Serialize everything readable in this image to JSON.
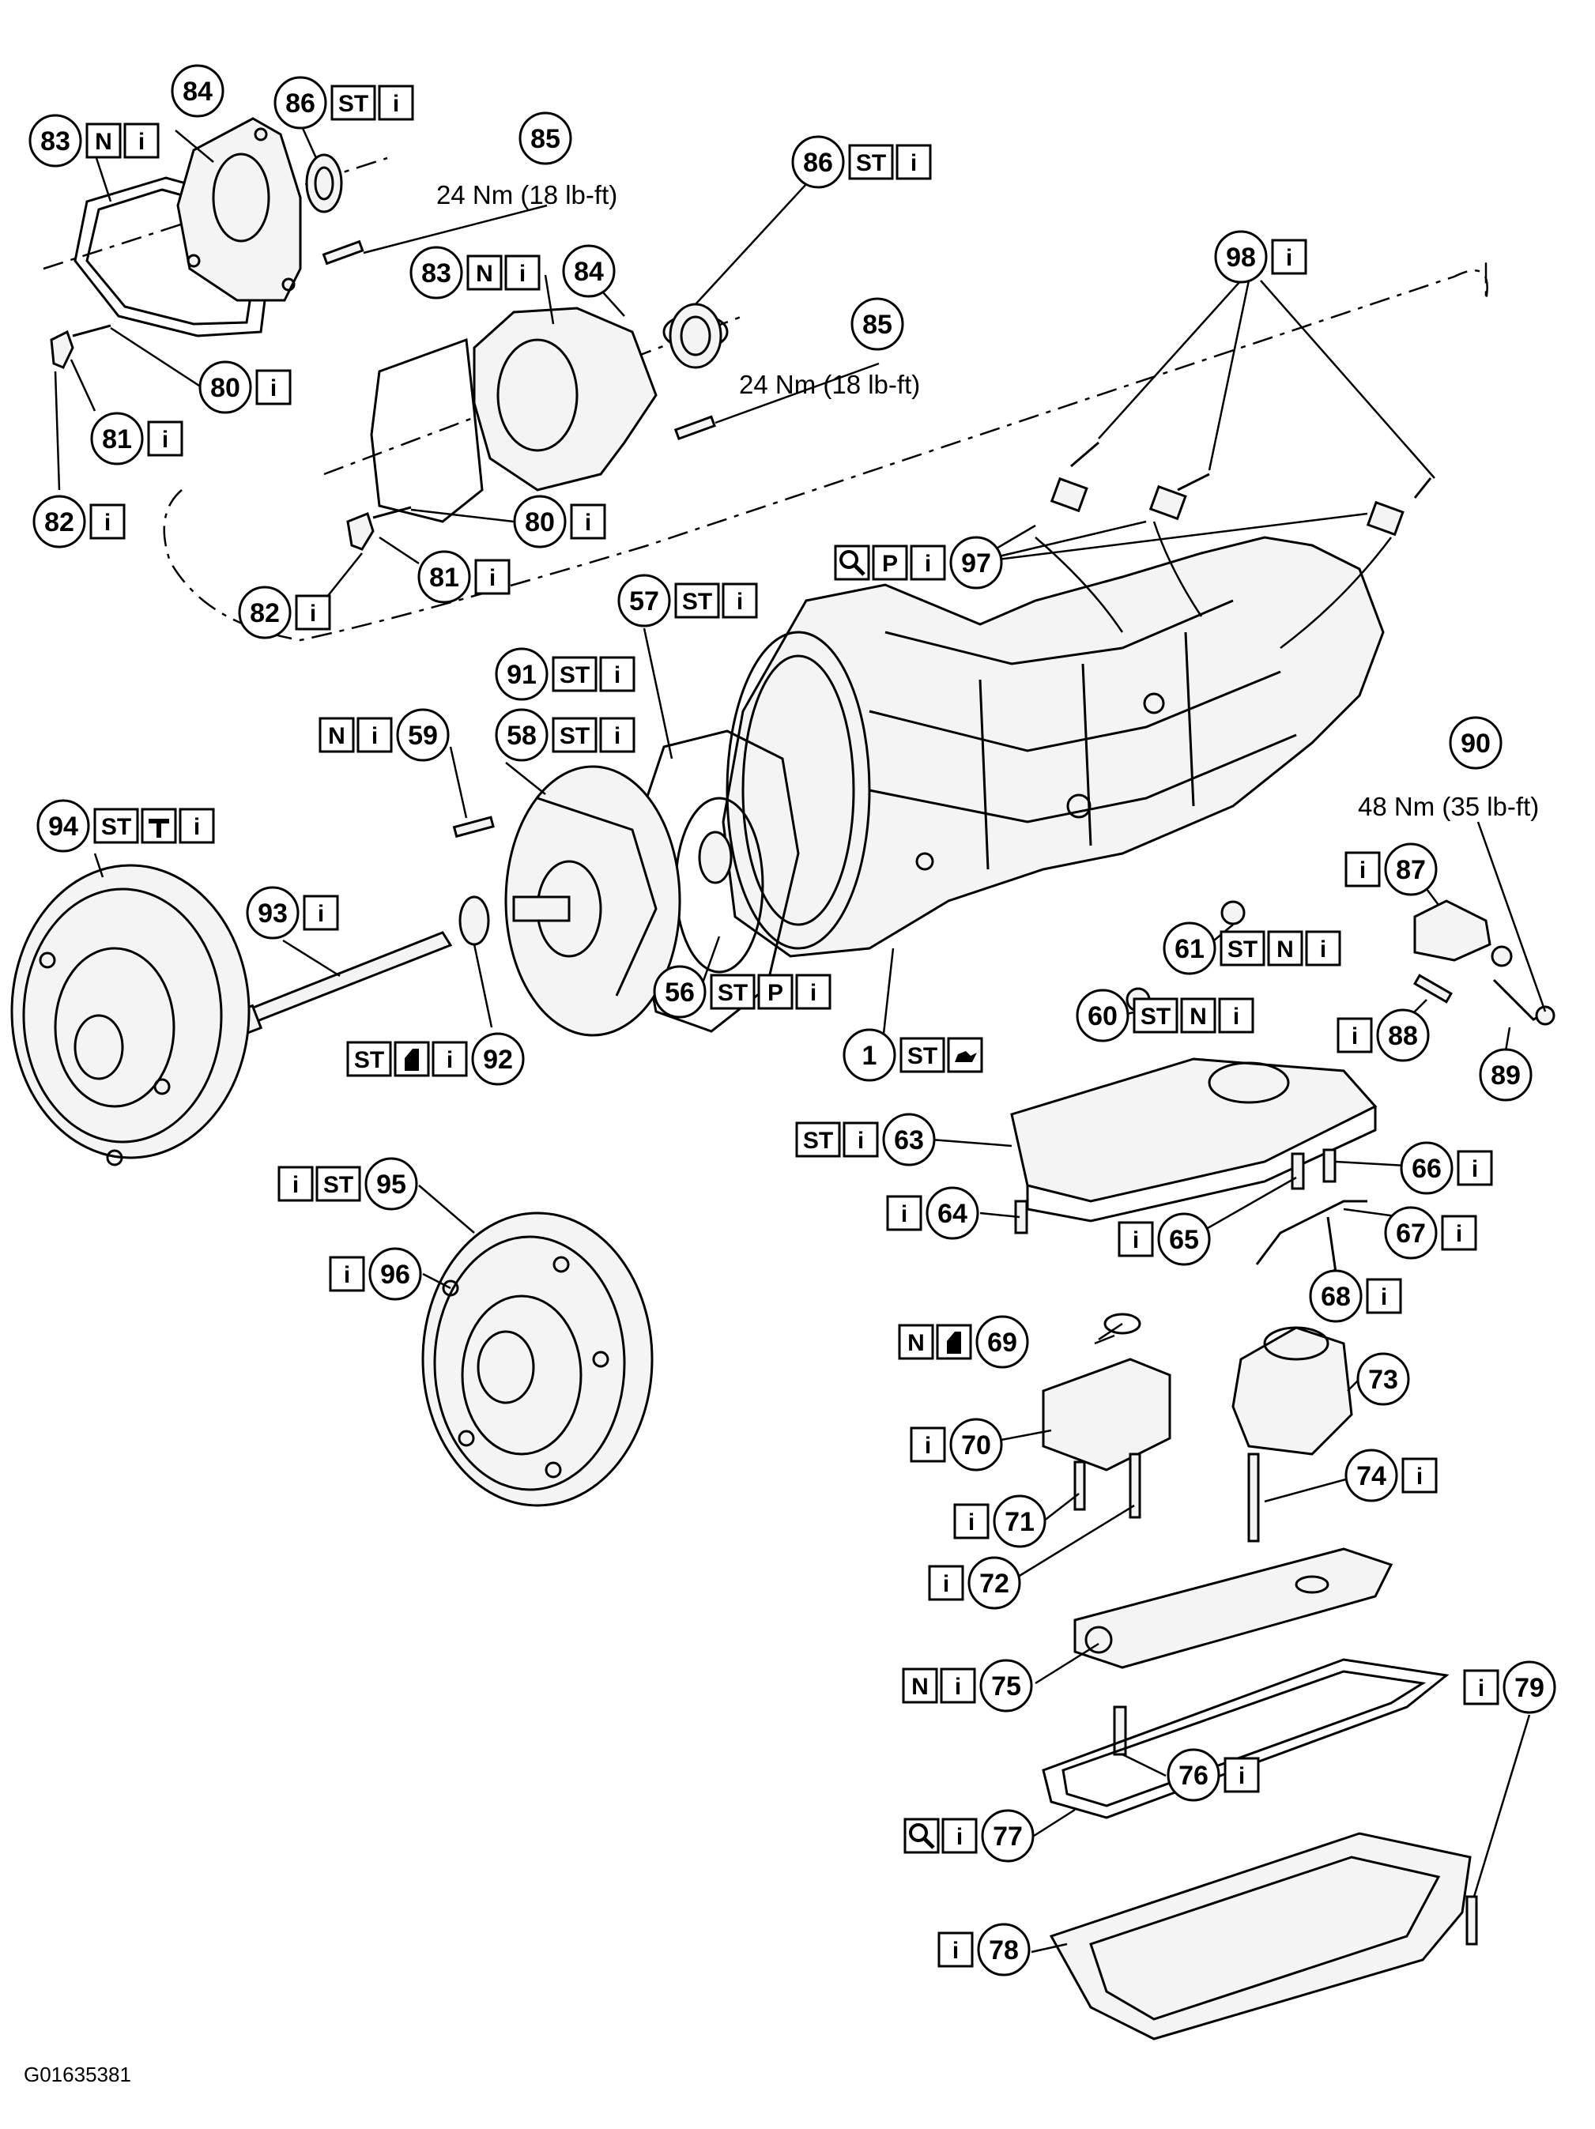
{
  "figure_id": "G01635381",
  "torque_specs": [
    {
      "ref": "85",
      "text": "24 Nm (18 lb-ft)"
    },
    {
      "ref": "85",
      "text": "24 Nm (18 lb-ft)"
    },
    {
      "ref": "90",
      "text": "48 Nm (35 lb-ft)"
    }
  ],
  "callouts": [
    {
      "num": "83",
      "tags": [
        "N",
        "i"
      ]
    },
    {
      "num": "84",
      "tags": []
    },
    {
      "num": "86",
      "tags": [
        "ST",
        "i"
      ]
    },
    {
      "num": "85",
      "tags": []
    },
    {
      "num": "86",
      "tags": [
        "ST",
        "i"
      ]
    },
    {
      "num": "83",
      "tags": [
        "N",
        "i"
      ]
    },
    {
      "num": "84",
      "tags": []
    },
    {
      "num": "85",
      "tags": []
    },
    {
      "num": "98",
      "tags": [
        "i"
      ]
    },
    {
      "num": "80",
      "tags": [
        "i"
      ]
    },
    {
      "num": "81",
      "tags": [
        "i"
      ]
    },
    {
      "num": "82",
      "tags": [
        "i"
      ]
    },
    {
      "num": "80",
      "tags": [
        "i"
      ]
    },
    {
      "num": "81",
      "tags": [
        "i"
      ]
    },
    {
      "num": "82",
      "tags": [
        "i"
      ]
    },
    {
      "num": "97",
      "tags": [
        "magnifier",
        "P",
        "i"
      ]
    },
    {
      "num": "57",
      "tags": [
        "ST",
        "i"
      ]
    },
    {
      "num": "91",
      "tags": [
        "ST",
        "i"
      ]
    },
    {
      "num": "58",
      "tags": [
        "ST",
        "i"
      ]
    },
    {
      "num": "59",
      "tags": [
        "N",
        "i"
      ]
    },
    {
      "num": "94",
      "tags": [
        "ST",
        "hammer",
        "i"
      ]
    },
    {
      "num": "93",
      "tags": [
        "i"
      ]
    },
    {
      "num": "92",
      "tags": [
        "ST",
        "sealant",
        "i"
      ]
    },
    {
      "num": "56",
      "tags": [
        "ST",
        "P",
        "i"
      ]
    },
    {
      "num": "1",
      "tags": [
        "ST",
        "oil-can"
      ]
    },
    {
      "num": "90",
      "tags": []
    },
    {
      "num": "87",
      "tags": [
        "i"
      ]
    },
    {
      "num": "61",
      "tags": [
        "ST",
        "N",
        "i"
      ]
    },
    {
      "num": "60",
      "tags": [
        "ST",
        "N",
        "i"
      ]
    },
    {
      "num": "88",
      "tags": [
        "i"
      ]
    },
    {
      "num": "89",
      "tags": []
    },
    {
      "num": "63",
      "tags": [
        "ST",
        "i"
      ]
    },
    {
      "num": "66",
      "tags": [
        "i"
      ]
    },
    {
      "num": "64",
      "tags": [
        "i"
      ]
    },
    {
      "num": "65",
      "tags": [
        "i"
      ]
    },
    {
      "num": "67",
      "tags": [
        "i"
      ]
    },
    {
      "num": "68",
      "tags": [
        "i"
      ]
    },
    {
      "num": "95",
      "tags": [
        "i",
        "ST"
      ]
    },
    {
      "num": "96",
      "tags": [
        "i"
      ]
    },
    {
      "num": "69",
      "tags": [
        "N",
        "sealant"
      ]
    },
    {
      "num": "73",
      "tags": []
    },
    {
      "num": "70",
      "tags": [
        "i"
      ]
    },
    {
      "num": "74",
      "tags": [
        "i"
      ]
    },
    {
      "num": "71",
      "tags": [
        "i"
      ]
    },
    {
      "num": "72",
      "tags": [
        "i"
      ]
    },
    {
      "num": "75",
      "tags": [
        "N",
        "i"
      ]
    },
    {
      "num": "79",
      "tags": [
        "i"
      ]
    },
    {
      "num": "76",
      "tags": [
        "i"
      ]
    },
    {
      "num": "77",
      "tags": [
        "magnifier",
        "i"
      ]
    },
    {
      "num": "78",
      "tags": [
        "i"
      ]
    }
  ]
}
